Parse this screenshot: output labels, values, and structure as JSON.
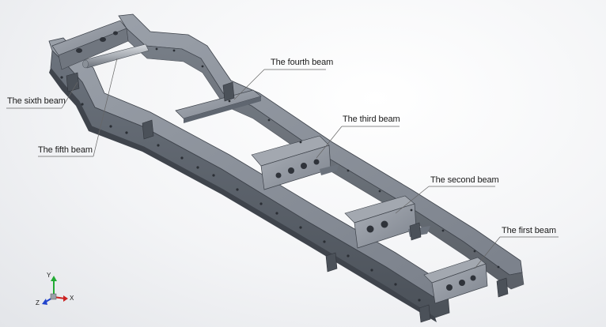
{
  "labels": {
    "first": "The first beam",
    "second": "The second beam",
    "third": "The third beam",
    "fourth": "The fourth beam",
    "fifth": "The fifth beam",
    "sixth": "The sixth beam"
  },
  "axes": {
    "x": "X",
    "y": "Y",
    "z": "Z"
  },
  "colors": {
    "steel_top": "#8c929c",
    "steel_side": "#5f6670",
    "steel_dark": "#3f444c",
    "background": "#f3f4f6",
    "axis_x": "#cc2222",
    "axis_y": "#22aa33",
    "axis_z": "#2244cc",
    "leader": "#666666"
  }
}
